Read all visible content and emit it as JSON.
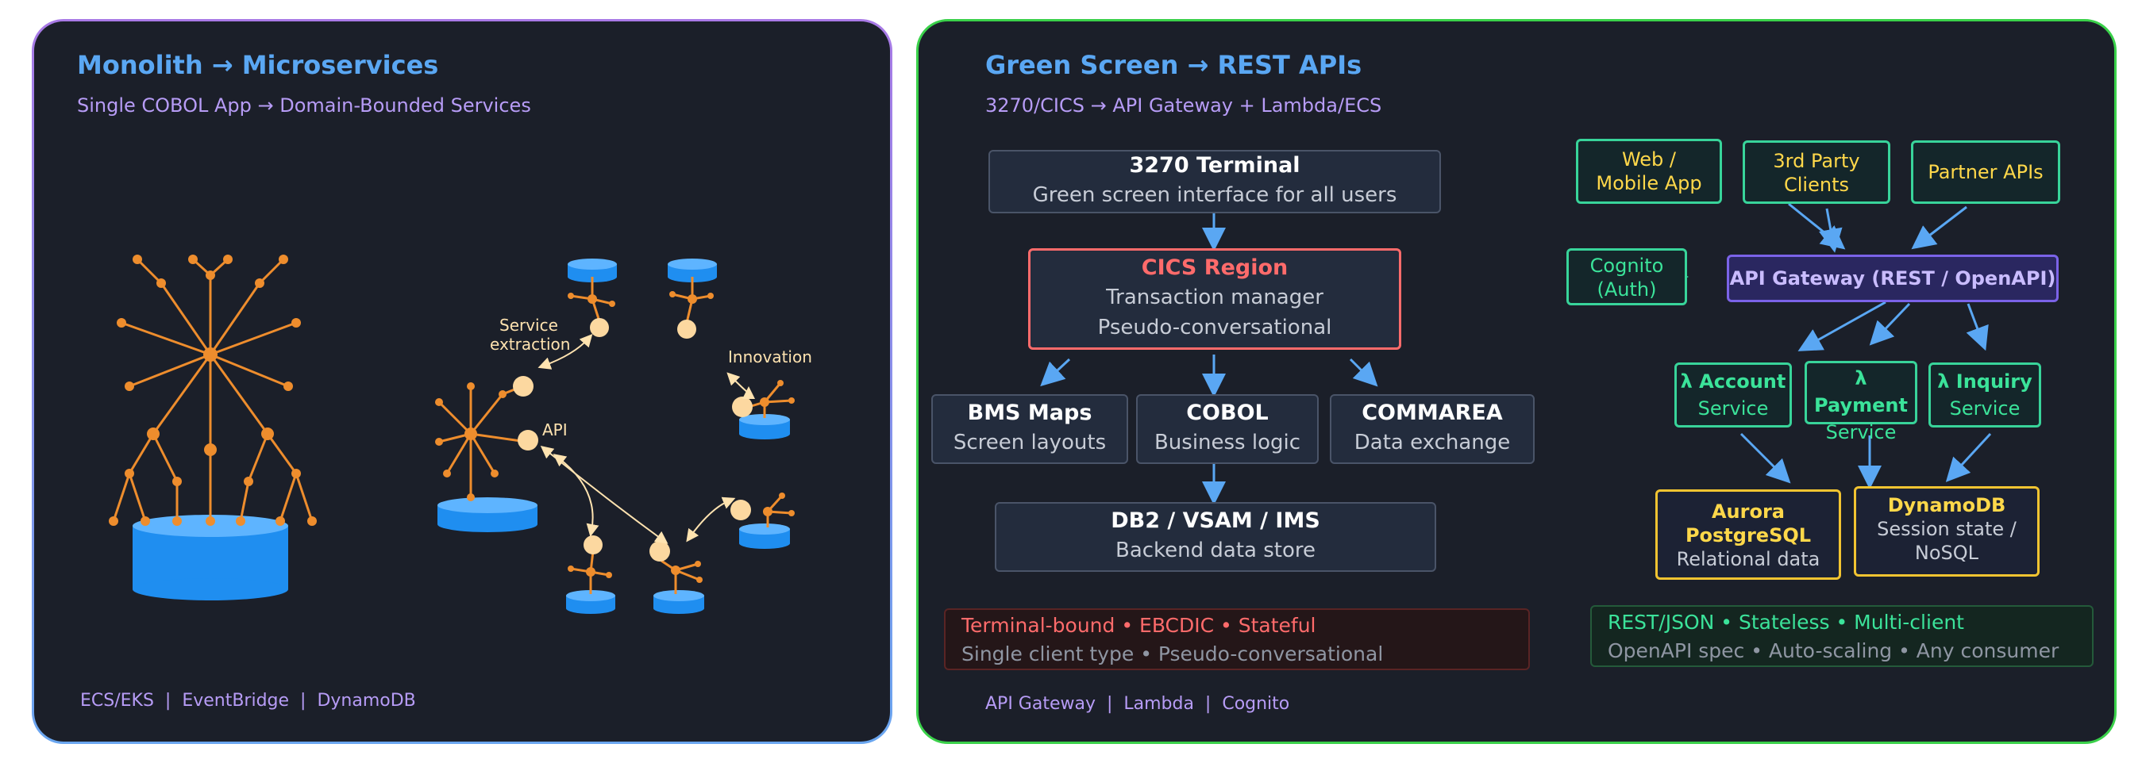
{
  "left_panel": {
    "title": "Monolith → Microservices",
    "subtitle": "Single COBOL App → Domain-Bounded Services",
    "labels": {
      "service_extraction_1": "Service",
      "service_extraction_2": "extraction",
      "innovation": "Innovation",
      "api": "API"
    },
    "footer": "ECS/EKS  |  EventBridge  |  DynamoDB"
  },
  "right_panel": {
    "title": "Green Screen → REST APIs",
    "subtitle": "3270/CICS → API Gateway + Lambda/ECS",
    "legacy": {
      "terminal": {
        "title": "3270 Terminal",
        "sub": "Green screen interface for all users"
      },
      "cics": {
        "title": "CICS Region",
        "sub1": "Transaction manager",
        "sub2": "Pseudo-conversational"
      },
      "bms": {
        "title": "BMS Maps",
        "sub": "Screen layouts"
      },
      "cobol": {
        "title": "COBOL",
        "sub": "Business logic"
      },
      "commarea": {
        "title": "COMMAREA",
        "sub": "Data exchange"
      },
      "db": {
        "title": "DB2 / VSAM / IMS",
        "sub": "Backend data store"
      },
      "note1": "Terminal-bound • EBCDIC • Stateful",
      "note2": "Single client type • Pseudo-conversational"
    },
    "modern": {
      "web": {
        "l1": "Web /",
        "l2": "Mobile App"
      },
      "third": {
        "l1": "3rd Party",
        "l2": "Clients"
      },
      "partner": "Partner APIs",
      "cognito": {
        "l1": "Cognito",
        "l2": "(Auth)"
      },
      "gateway": "API Gateway (REST / OpenAPI)",
      "account": {
        "l1": "λ Account",
        "l2": "Service"
      },
      "payment": {
        "l1": "λ Payment",
        "l2": "Service"
      },
      "inquiry": {
        "l1": "λ Inquiry",
        "l2": "Service"
      },
      "aurora": {
        "l1": "Aurora",
        "l2": "PostgreSQL",
        "l3": "Relational data"
      },
      "dynamo": {
        "l1": "DynamoDB",
        "l2": "Session state /",
        "l3": "NoSQL"
      },
      "note1": "REST/JSON • Stateless • Multi-client",
      "note2": "OpenAPI spec • Auto-scaling • Any consumer"
    },
    "footer": "API Gateway  |  Lambda  |  Cognito"
  },
  "colors": {
    "panel_bg": "#1b1f29",
    "orange": "#ee8d2d",
    "blue": "#1f8ef0",
    "green_border": "#3ad14a",
    "accent_blue": "#5aa7f3",
    "purple": "#b79cf6",
    "red": "#ff6b6b",
    "gateway": "#7b63e8"
  }
}
